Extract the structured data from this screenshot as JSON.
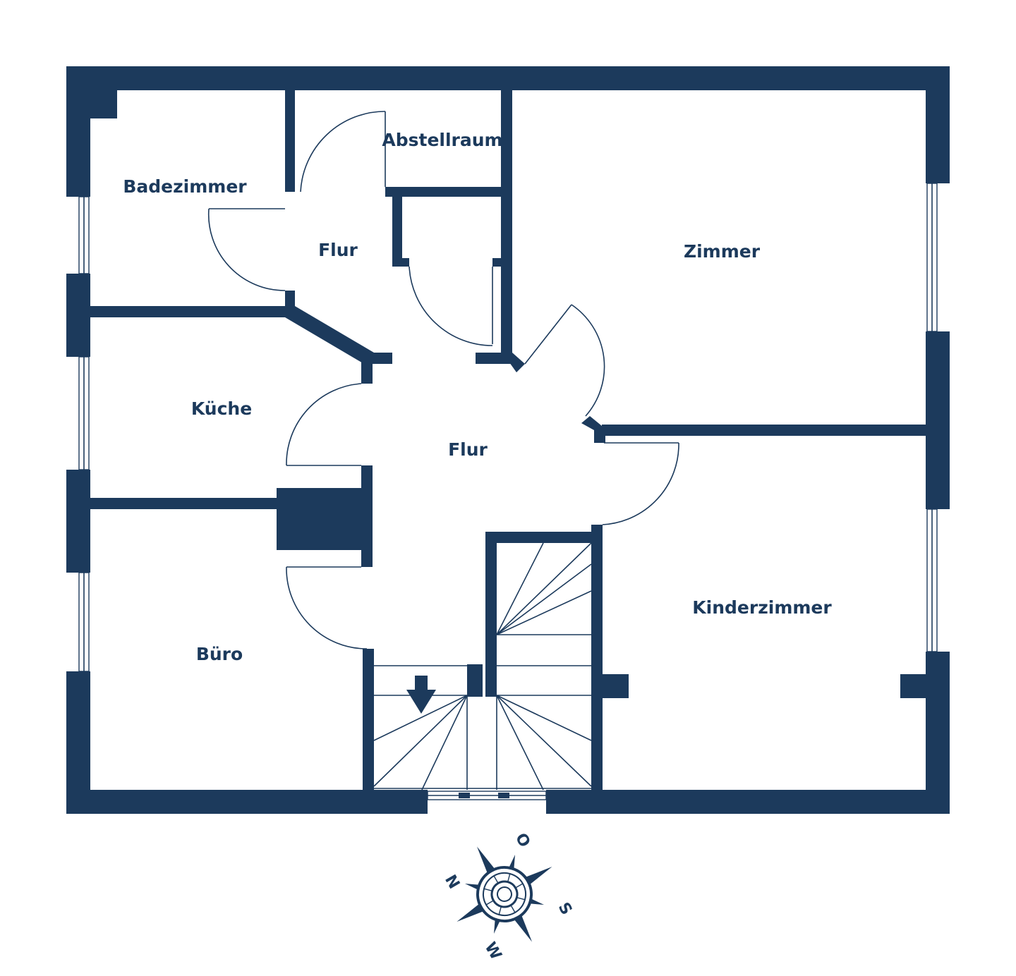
{
  "rooms": {
    "badezimmer": "Badezimmer",
    "abstellraum": "Abstellraum",
    "flur_upper": "Flur",
    "zimmer": "Zimmer",
    "kueche": "Küche",
    "flur_main": "Flur",
    "buero": "Büro",
    "kinderzimmer": "Kinderzimmer"
  },
  "compass": {
    "north": "N",
    "east": "O",
    "south": "S",
    "west": "W"
  },
  "stair_direction": "down",
  "colors": {
    "walls": "#1c3a5c",
    "background": "#ffffff"
  }
}
